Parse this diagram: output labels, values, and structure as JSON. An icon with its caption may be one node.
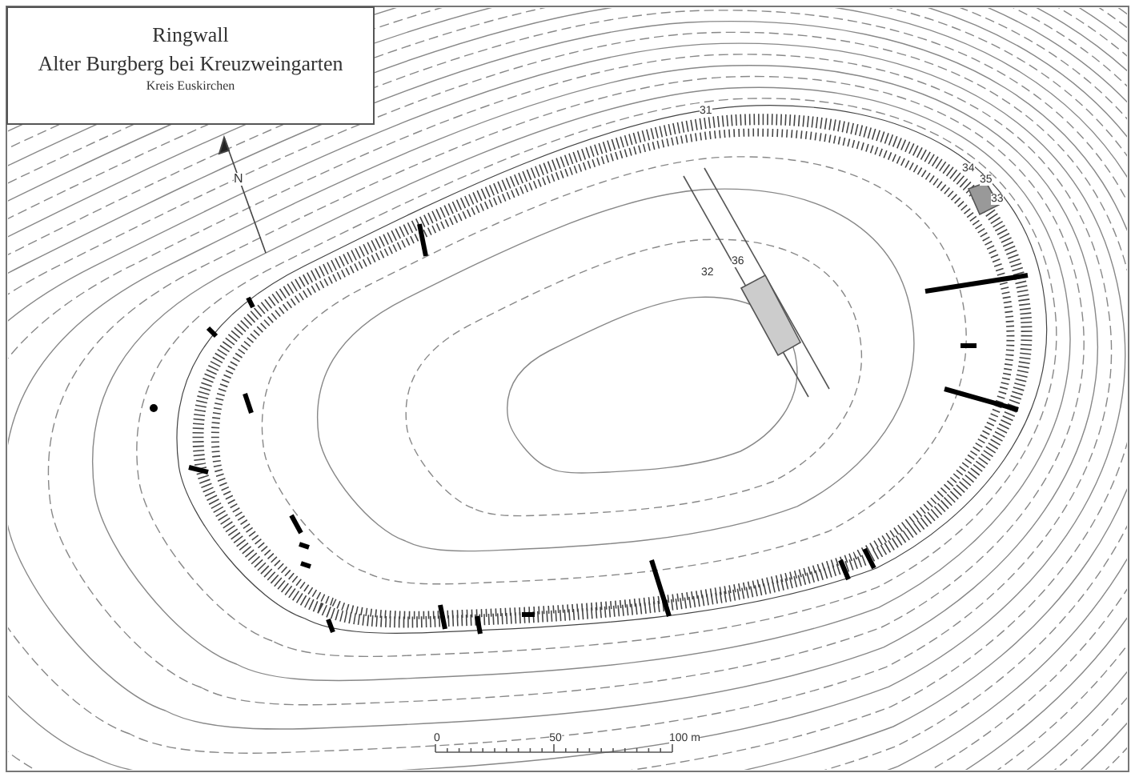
{
  "diagram": {
    "title": "Ringwall",
    "labels": [
      "Alter Burgberg bei Kreuzweingarten",
      "Kreis Euskirchen",
      "N",
      "31",
      "34",
      "35",
      "33",
      "36",
      "32",
      "0",
      "50",
      "100 m"
    ]
  }
}
